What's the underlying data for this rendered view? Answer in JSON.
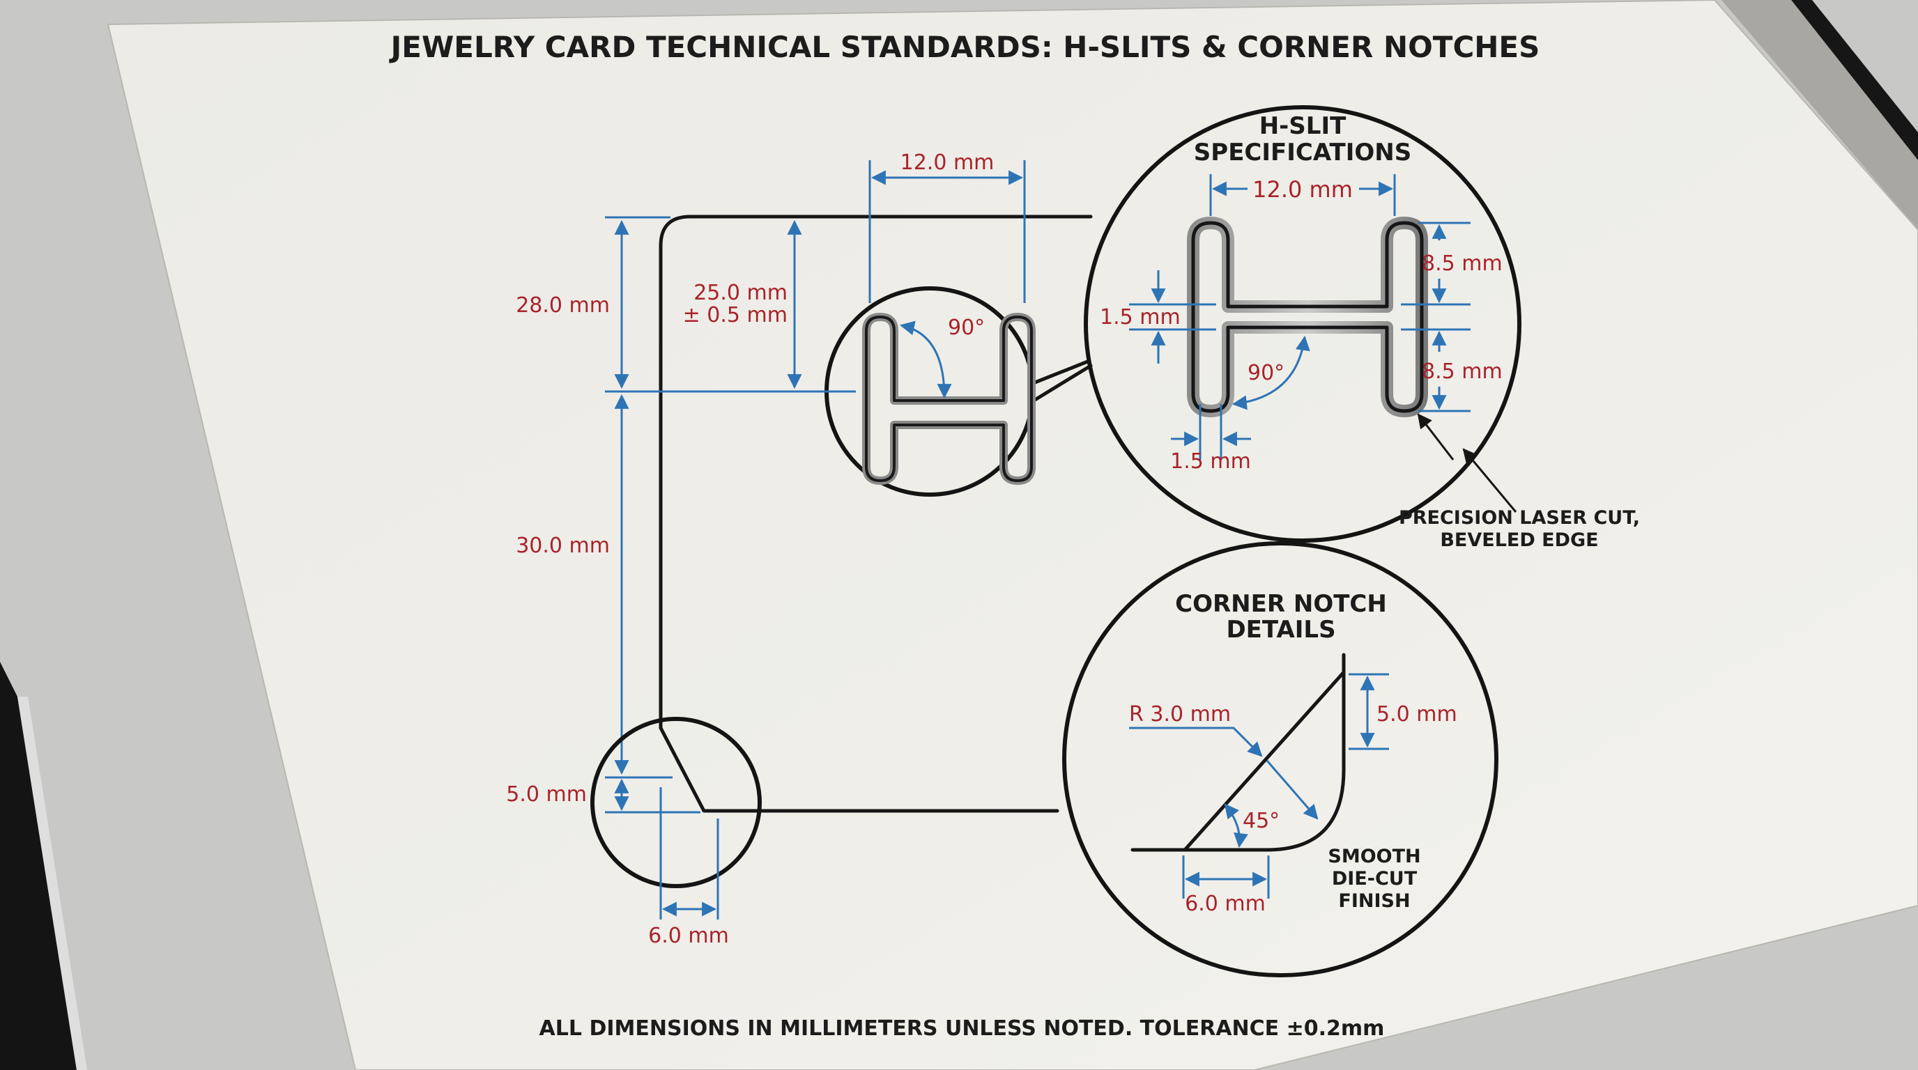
{
  "title": "JEWELRY CARD TECHNICAL STANDARDS: H-SLITS & CORNER NOTCHES",
  "colors": {
    "paper": "#ecebe5",
    "background": "#c9c9c7",
    "outline": "#161616",
    "dimension_line": "#2e74b5",
    "dimension_text": "#a8232b",
    "label_text": "#1c1c1c"
  },
  "card_overview": {
    "h_slit_width": "12.0 mm",
    "top_to_slit_center": "28.0 mm",
    "slit_position_line1": "25.0 mm",
    "slit_position_line2": "± 0.5 mm",
    "slit_angle": "90°",
    "slit_to_corner": "30.0 mm",
    "corner_vertical": "5.0 mm",
    "corner_horizontal": "6.0 mm"
  },
  "h_slit_detail": {
    "heading_line1": "H-SLIT",
    "heading_line2": "SPECIFICATIONS",
    "width": "12.0 mm",
    "upper_leg": "8.5 mm",
    "lower_leg": "8.5 mm",
    "crossbar": "1.5 mm",
    "slot_width": "1.5 mm",
    "angle": "90°",
    "callout_line1": "PRECISION LASER CUT,",
    "callout_line2": "BEVELED EDGE"
  },
  "corner_notch_detail": {
    "heading_line1": "CORNER NOTCH",
    "heading_line2": "DETAILS",
    "radius": "R 3.0 mm",
    "vertical": "5.0 mm",
    "horizontal": "6.0 mm",
    "angle": "45°",
    "finish_line1": "SMOOTH",
    "finish_line2": "DIE-CUT",
    "finish_line3": "FINISH"
  },
  "footer_note": "ALL DIMENSIONS IN MILLIMETERS UNLESS NOTED. TOLERANCE ±0.2mm"
}
